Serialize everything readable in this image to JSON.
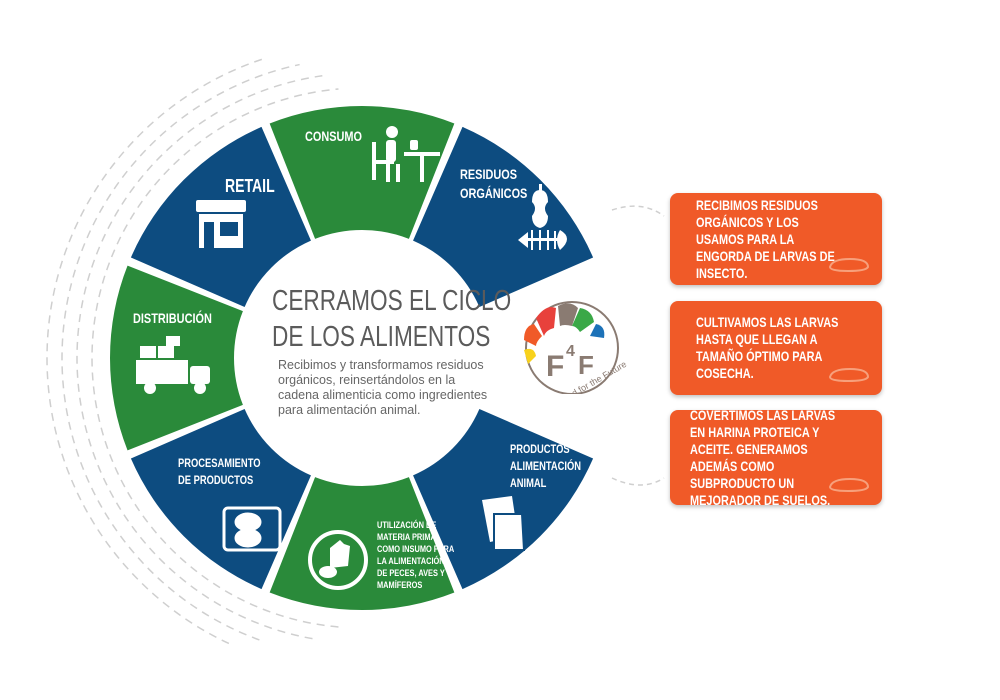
{
  "colors": {
    "blue": "#0d4c80",
    "green": "#2a8a3a",
    "orange": "#f05a28",
    "text_gray": "#5b5b5b"
  },
  "segments": {
    "consumo": "CONSUMO",
    "residuos": [
      "RESIDUOS",
      "ORGÁNICOS"
    ],
    "productos": [
      "PRODUCTOS",
      "ALIMENTACIÓN",
      "ANIMAL"
    ],
    "utilizacion": [
      "UTILIZACIÓN DE",
      "MATERIA PRIMA",
      "COMO INSUMO PARA",
      "LA  ALIMENTACIÓN",
      "DE PECES, AVES Y",
      "MAMÍFEROS"
    ],
    "procesamiento": [
      "PROCESAMIENTO",
      "DE PRODUCTOS"
    ],
    "distribucion": "DISTRIBUCIÓN",
    "retail": "RETAIL"
  },
  "center": {
    "title_lines": [
      "CERRAMOS EL CICLO",
      "DE LOS ALIMENTOS"
    ],
    "paragraph": "Recibimos y transformamos residuos orgánicos, reinsertándolos en la cadena alimenticia como ingredientes para alimentación animal."
  },
  "logo": {
    "mark": "F4F",
    "tagline": "Food for the Future"
  },
  "steps": [
    "RECIBIMOS RESIDUOS ORGÁNICOS Y LOS USAMOS PARA LA ENGORDA DE LARVAS DE INSECTO.",
    "CULTIVAMOS LAS LARVAS HASTA QUE LLEGAN A TAMAÑO ÓPTIMO PARA COSECHA.",
    "COVERTIMOS LAS LARVAS EN HARINA PROTEICA Y ACEITE. GENERAMOS ADEMÁS COMO SUBPRODUCTO UN MEJORADOR DE SUELOS."
  ]
}
